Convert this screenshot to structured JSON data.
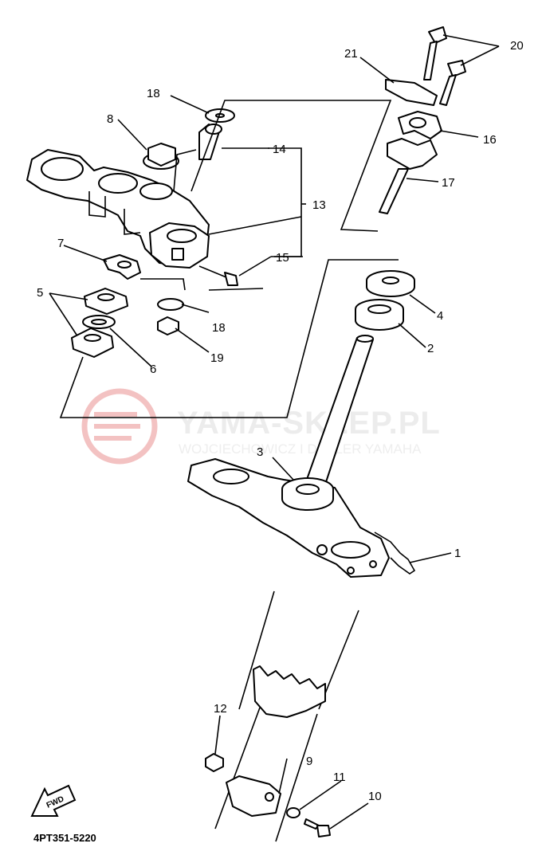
{
  "watermark": {
    "title": "YAMA-SKLEP.PL",
    "subtitle": "WOJCIECHOWICZ I DEALER YAMAHA"
  },
  "diagram_code": "4PT351-5220",
  "fwd_label": "FWD",
  "callouts": [
    "1",
    "2",
    "3",
    "4",
    "5",
    "6",
    "7",
    "8",
    "9",
    "10",
    "11",
    "12",
    "13",
    "14",
    "15",
    "16",
    "17",
    "18",
    "18",
    "19",
    "20",
    "21"
  ],
  "colors": {
    "line": "#000000",
    "watermark": "#e9a0a0"
  }
}
